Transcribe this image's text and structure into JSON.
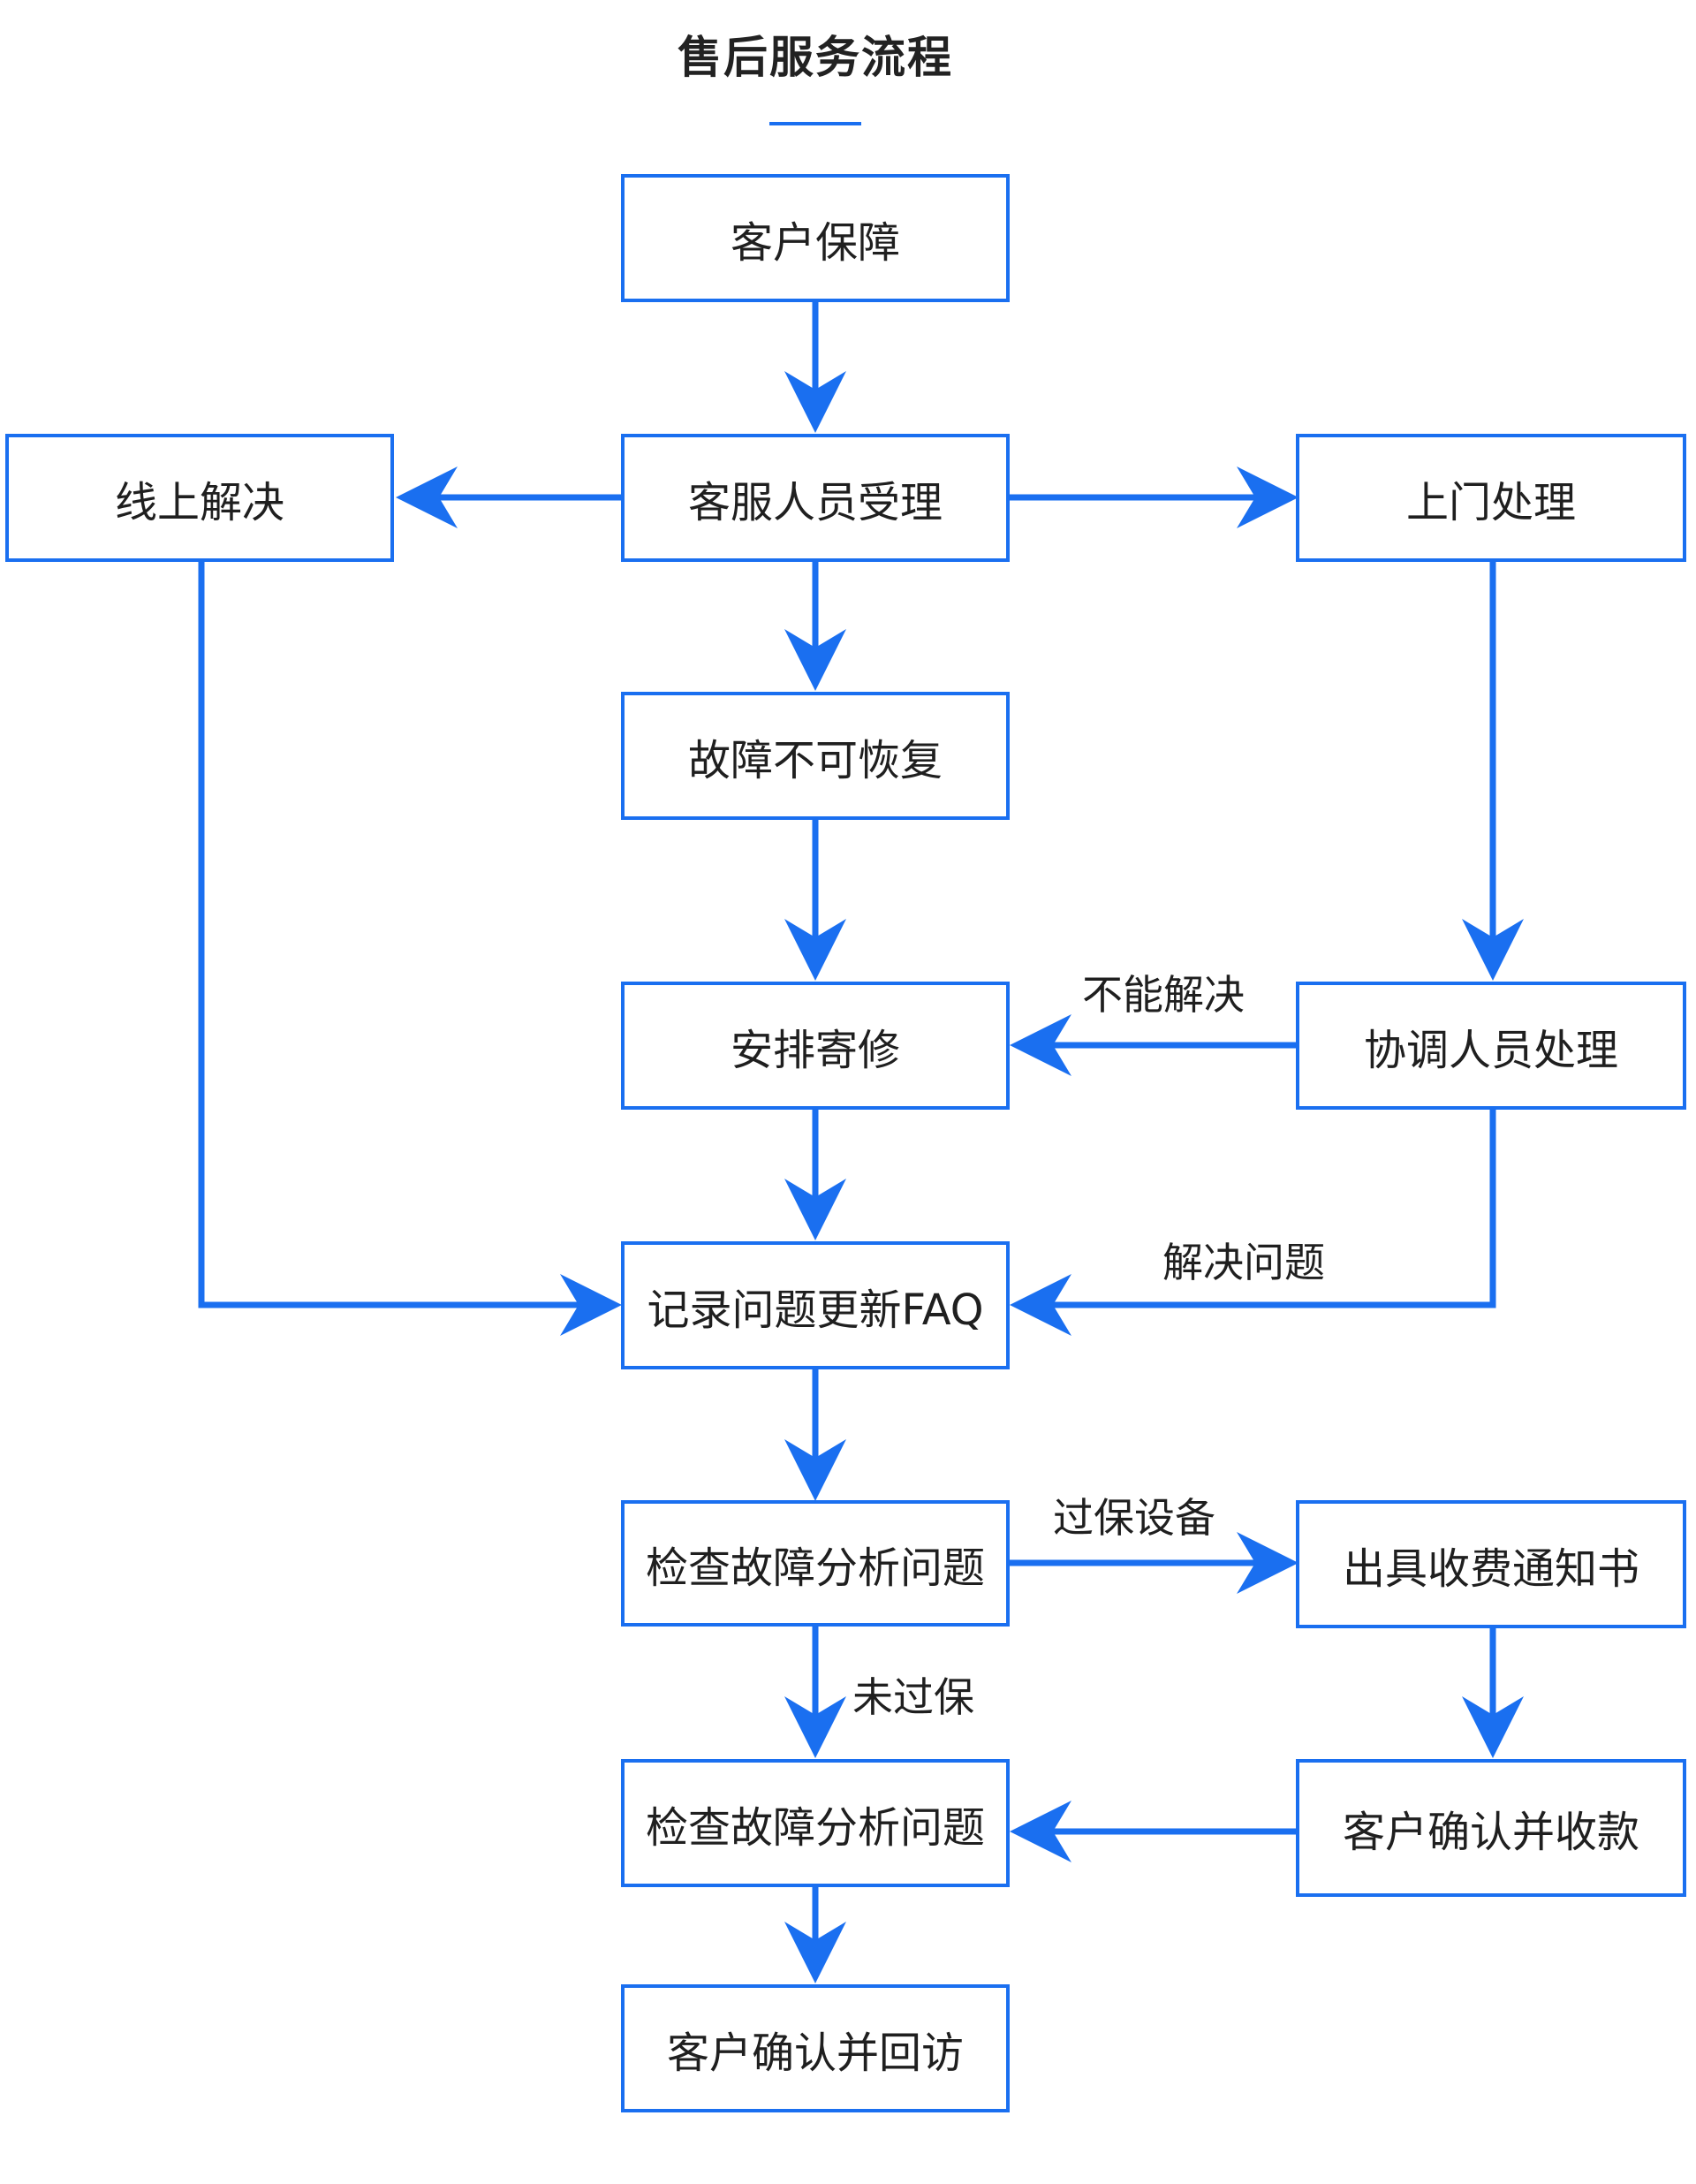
{
  "title": "售后服务流程",
  "colors": {
    "accent": "#1a6ff0",
    "node_border": "#1a6ff0",
    "text": "#1f1f1f"
  },
  "nodes": {
    "customer_guarantee": "客户保障",
    "cs_accept": "客服人员受理",
    "online_resolve": "线上解决",
    "onsite_handle": "上门处理",
    "fault_unrecoverable": "故障不可恢复",
    "arrange_repair": "安排寄修",
    "coordinator_handle": "协调人员处理",
    "record_faq": "记录问题更新FAQ",
    "inspect_analyze_1": "检查故障分析问题",
    "issue_fee_notice": "出具收费通知书",
    "inspect_analyze_2": "检查故障分析问题",
    "customer_confirm_pay": "客户确认并收款",
    "customer_confirm_visit": "客户确认并回访"
  },
  "edge_labels": {
    "cannot_resolve": "不能解决",
    "resolved": "解决问题",
    "out_of_warranty": "过保设备",
    "in_warranty": "未过保"
  }
}
